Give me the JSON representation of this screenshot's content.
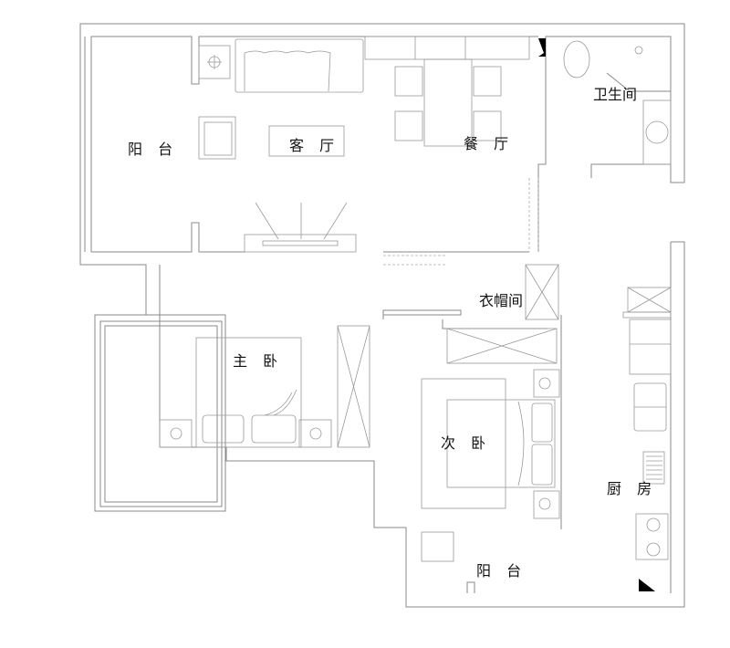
{
  "rooms": {
    "balcony_west": "阳 台",
    "living_room": "客 厅",
    "dining_room": "餐 厅",
    "bathroom": "卫生间",
    "cloakroom": "衣帽间",
    "master_bedroom": "主 卧",
    "second_bedroom": "次 卧",
    "kitchen": "厨 房",
    "balcony_south": "阳 台"
  }
}
